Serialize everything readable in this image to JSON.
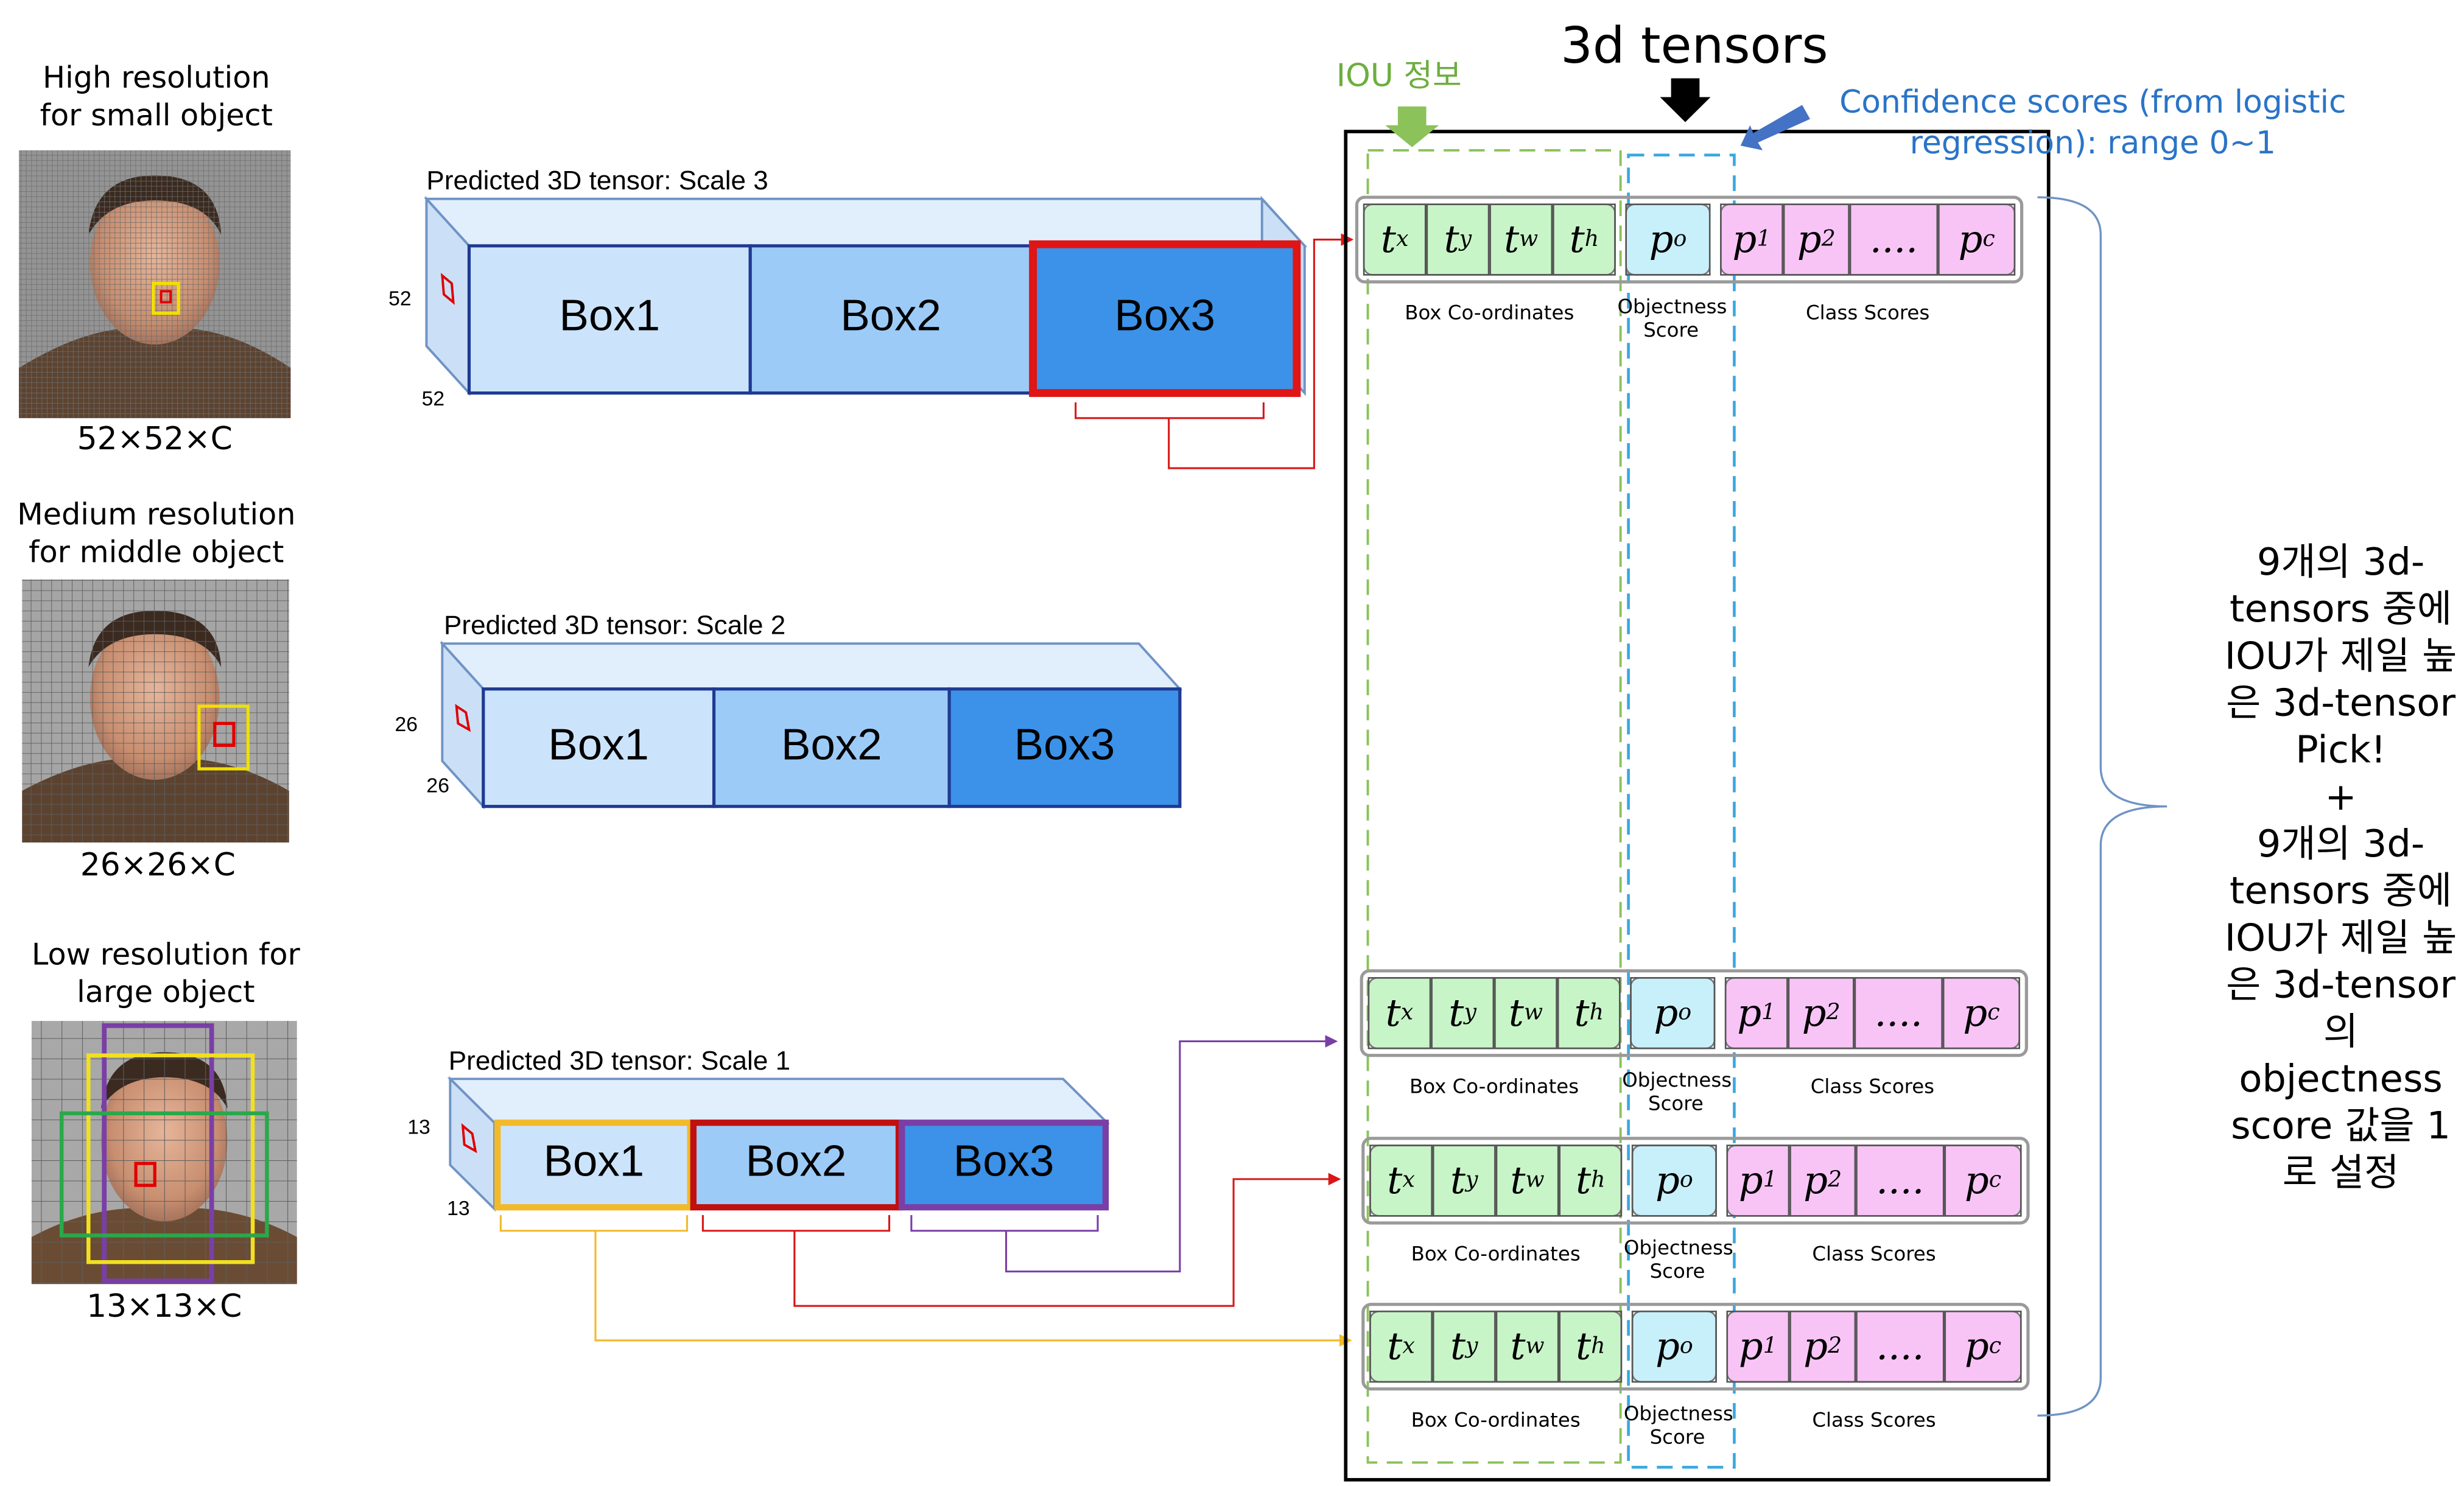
{
  "resolution_panels": [
    {
      "caption_line1": "High resolution",
      "caption_line2": "for small object",
      "dims": "52×52×C"
    },
    {
      "caption_line1": "Medium resolution",
      "caption_line2": "for middle object",
      "dims": "26×26×C"
    },
    {
      "caption_line1": "Low resolution for",
      "caption_line2": "large object",
      "dims": "13×13×C"
    }
  ],
  "tensors": [
    {
      "title": "Predicted 3D tensor: Scale 3",
      "dim_a": "52",
      "dim_b": "52",
      "boxes": [
        "Box1",
        "Box2",
        "Box3"
      ]
    },
    {
      "title": "Predicted 3D tensor: Scale 2",
      "dim_a": "26",
      "dim_b": "26",
      "boxes": [
        "Box1",
        "Box2",
        "Box3"
      ]
    },
    {
      "title": "Predicted 3D tensor: Scale 1",
      "dim_a": "13",
      "dim_b": "13",
      "boxes": [
        "Box1",
        "Box2",
        "Box3"
      ]
    }
  ],
  "vector": {
    "coord_cells": [
      {
        "main": "t",
        "sub": "x"
      },
      {
        "main": "t",
        "sub": "y"
      },
      {
        "main": "t",
        "sub": "w"
      },
      {
        "main": "t",
        "sub": "h"
      }
    ],
    "obj_cell": {
      "main": "p",
      "sub": "o"
    },
    "class_cells": [
      {
        "main": "p",
        "sub": "1"
      },
      {
        "main": "p",
        "sub": "2"
      },
      {
        "main": "....",
        "sub": ""
      },
      {
        "main": "p",
        "sub": "c"
      }
    ],
    "coord_caption": "Box Co-ordinates",
    "obj_caption_line1": "Objectness",
    "obj_caption_line2": "Score",
    "class_caption": "Class Scores"
  },
  "header": {
    "iou_label": "IOU 정보",
    "tensors_title": "3d tensors",
    "confidence_line1": "Confidence scores (from logistic",
    "confidence_line2": "regression): range 0~1"
  },
  "note": {
    "line1": "9개의 3d-tensors 중에 IOU가 제일 높은 3d-tensor Pick!",
    "plus": "+",
    "line2": "9개의 3d-tensors 중에 IOU가 제일 높은 3d-tensor의 objectness score 값을 1로 설정"
  },
  "colors": {
    "box1": "#cce4fb",
    "box2": "#9dcbf7",
    "box3": "#3b92e8",
    "coord_fill": "#c8f5c8",
    "obj_fill": "#c8f0fb",
    "class_fill": "#f8c4f6",
    "red": "#d81818",
    "gold": "#f2b92a",
    "purple": "#7a3fa6",
    "iou_green": "#8bc25a",
    "conf_blue": "#3aa8e0",
    "conf_arrow": "#4472c4"
  }
}
